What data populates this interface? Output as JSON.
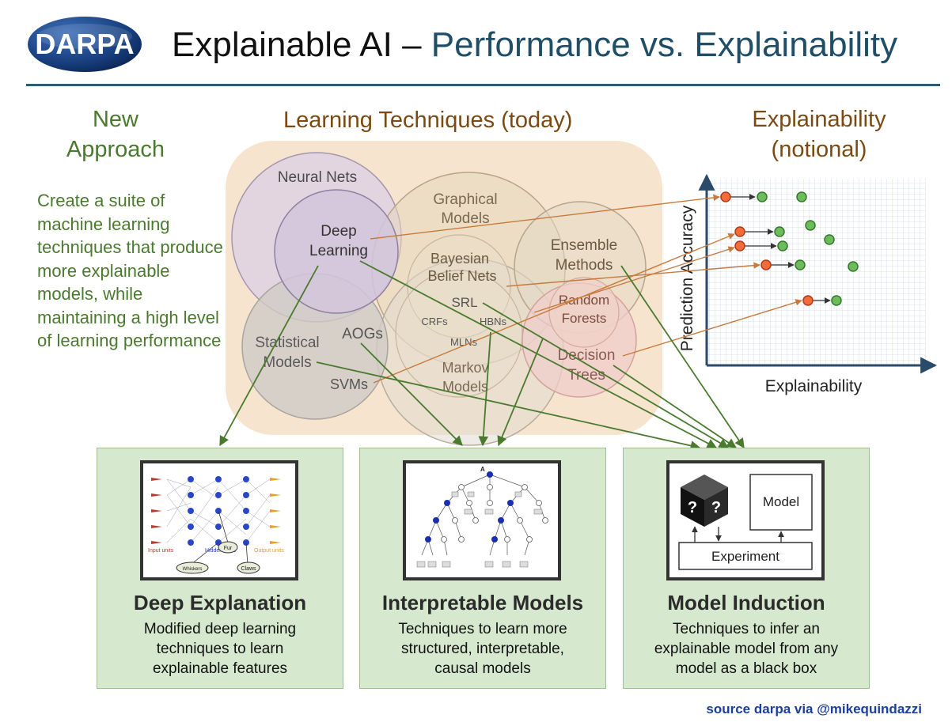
{
  "header": {
    "logo_text": "DARPA",
    "title_part1": "Explainable AI – ",
    "title_part2": "Performance vs. Explainability"
  },
  "new_approach": {
    "title": "New Approach",
    "body": "Create a suite of machine learning techniques that produce more explainable models, while maintaining a high level of learning performance"
  },
  "learning_techniques": {
    "title": "Learning Techniques (today)",
    "labels": {
      "neural_nets": "Neural Nets",
      "deep_learning": [
        "Deep",
        "Learning"
      ],
      "graphical_models": [
        "Graphical",
        "Models"
      ],
      "bayesian_belief_nets": [
        "Bayesian",
        "Belief Nets"
      ],
      "ensemble_methods": [
        "Ensemble",
        "Methods"
      ],
      "random_forests": [
        "Random",
        "Forests"
      ],
      "srl": "SRL",
      "crfs": "CRFs",
      "hbns": "HBNs",
      "mlns": "MLNs",
      "statistical_models": [
        "Statistical",
        "Models"
      ],
      "aogs": "AOGs",
      "svms": "SVMs",
      "markov_models": [
        "Markov",
        "Models"
      ],
      "decision_trees": [
        "Decision",
        "Trees"
      ]
    }
  },
  "explainability_chart": {
    "title": "Explainability (notional)",
    "y_label": "Prediction Accuracy",
    "x_label": "Explainability"
  },
  "boxes": [
    {
      "title": "Deep Explanation",
      "desc": [
        "Modified deep learning",
        "techniques to learn",
        "explainable features"
      ],
      "image_labels": [
        "Input units",
        "Hidden units",
        "Output units",
        "Fur",
        "Whiskers",
        "Claws"
      ]
    },
    {
      "title": "Interpretable Models",
      "desc": [
        "Techniques to learn more",
        "structured, interpretable,",
        "causal models"
      ],
      "image_labels": [
        "A"
      ]
    },
    {
      "title": "Model Induction",
      "desc": [
        "Techniques to infer an",
        "explainable model from any",
        "model as a black box"
      ],
      "image_labels": [
        "?",
        "?",
        "Model",
        "Experiment"
      ]
    }
  ],
  "credit": "source darpa via @mikequindazzi",
  "colors": {
    "accent_green": "#4a7a2e",
    "brown": "#7a4a12",
    "title_blue": "#1f4e66",
    "box_green": "#d6e9cf",
    "orange_point": "#f26b3a",
    "green_point": "#6dbb5a"
  }
}
